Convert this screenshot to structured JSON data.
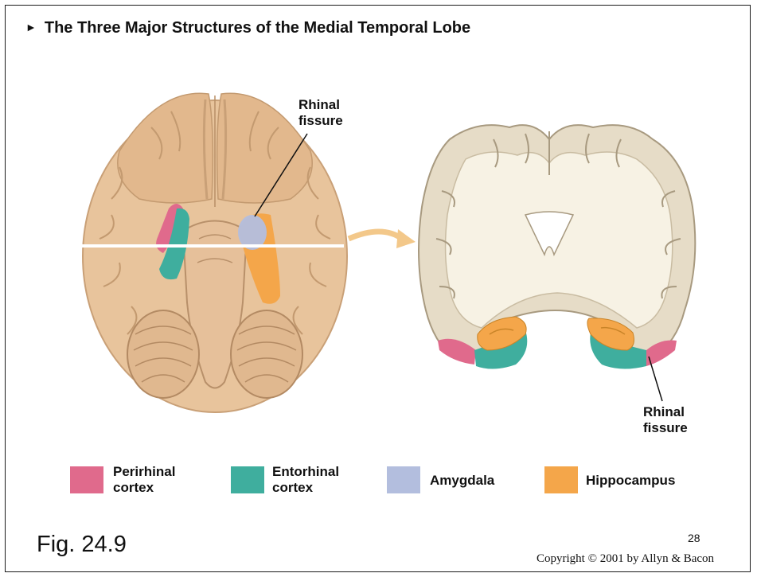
{
  "title": "The Three Major Structures of the Medial Temporal Lobe",
  "callouts": {
    "top": [
      "Rhinal",
      "fissure"
    ],
    "bottom": [
      "Rhinal",
      "fissure"
    ]
  },
  "legend": [
    {
      "label1": "Perirhinal",
      "label2": "cortex",
      "color": "#e06a8c"
    },
    {
      "label1": "Entorhinal",
      "label2": "cortex",
      "color": "#3fae9e"
    },
    {
      "label1": "Amygdala",
      "label2": "",
      "color": "#b3bede"
    },
    {
      "label1": "Hippocampus",
      "label2": "",
      "color": "#f4a64a"
    }
  ],
  "footer": {
    "figure": "Fig. 24.9",
    "page": "28",
    "copyright": "Copyright © 2001 by Allyn & Bacon"
  },
  "colors": {
    "brain": "#e8c49c",
    "brain_dark": "#c9a077",
    "coronal_cortex": "#e6dcc7",
    "coronal_white": "#f7f2e4",
    "arrow": "#f3c88a"
  }
}
